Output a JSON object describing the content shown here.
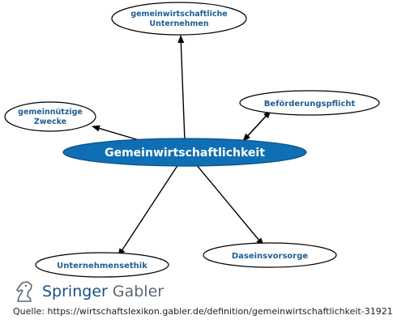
{
  "center": {
    "label": "Gemeinwirtschaftlichkeit"
  },
  "nodes": {
    "top": {
      "line1": "gemeinwirtschaftliche",
      "line2": "Unternehmen"
    },
    "left": {
      "line1": "gemeinnützige",
      "line2": "Zwecke"
    },
    "right": {
      "label": "Beförderungspflicht"
    },
    "bottom_left": {
      "label": "Unternehmensethik"
    },
    "bottom_right": {
      "label": "Daseinsvorsorge"
    }
  },
  "colors": {
    "accent": "#0f6fb5",
    "node_text": "#1c5e96",
    "center_text": "#ffffff"
  },
  "logo": {
    "brand": "Springer",
    "imprint": "Gabler",
    "icon": "springer-knight-icon"
  },
  "source": "Quelle: https://wirtschaftslexikon.gabler.de/definition/gemeinwirtschaftlichkeit-31921"
}
